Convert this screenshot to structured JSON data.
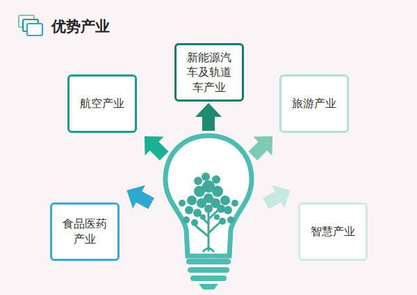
{
  "diagram": {
    "title": "优势产业",
    "nodes": [
      {
        "text": [
          "新能源汽车及轨道车产业"
        ]
      },
      {
        "text": [
          "航空产业"
        ]
      },
      {
        "text": [
          "旅游产业"
        ]
      },
      {
        "text": [
          "食品医药产业"
        ]
      },
      {
        "text": [
          "智慧产业"
        ]
      }
    ]
  }
}
